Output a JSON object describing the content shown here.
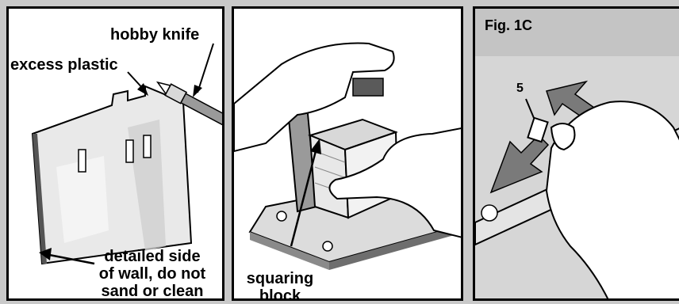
{
  "panels": [
    {
      "labels": {
        "tool": "hobby knife",
        "excess": "excess plastic",
        "note_line1": "detailed side",
        "note_line2": "of wall, do not",
        "note_line3": "sand or clean"
      }
    },
    {
      "labels": {
        "block_line1": "squaring",
        "block_line2": "block"
      }
    },
    {
      "labels": {
        "figure": "Fig. 1C",
        "part_number": "5"
      }
    }
  ]
}
